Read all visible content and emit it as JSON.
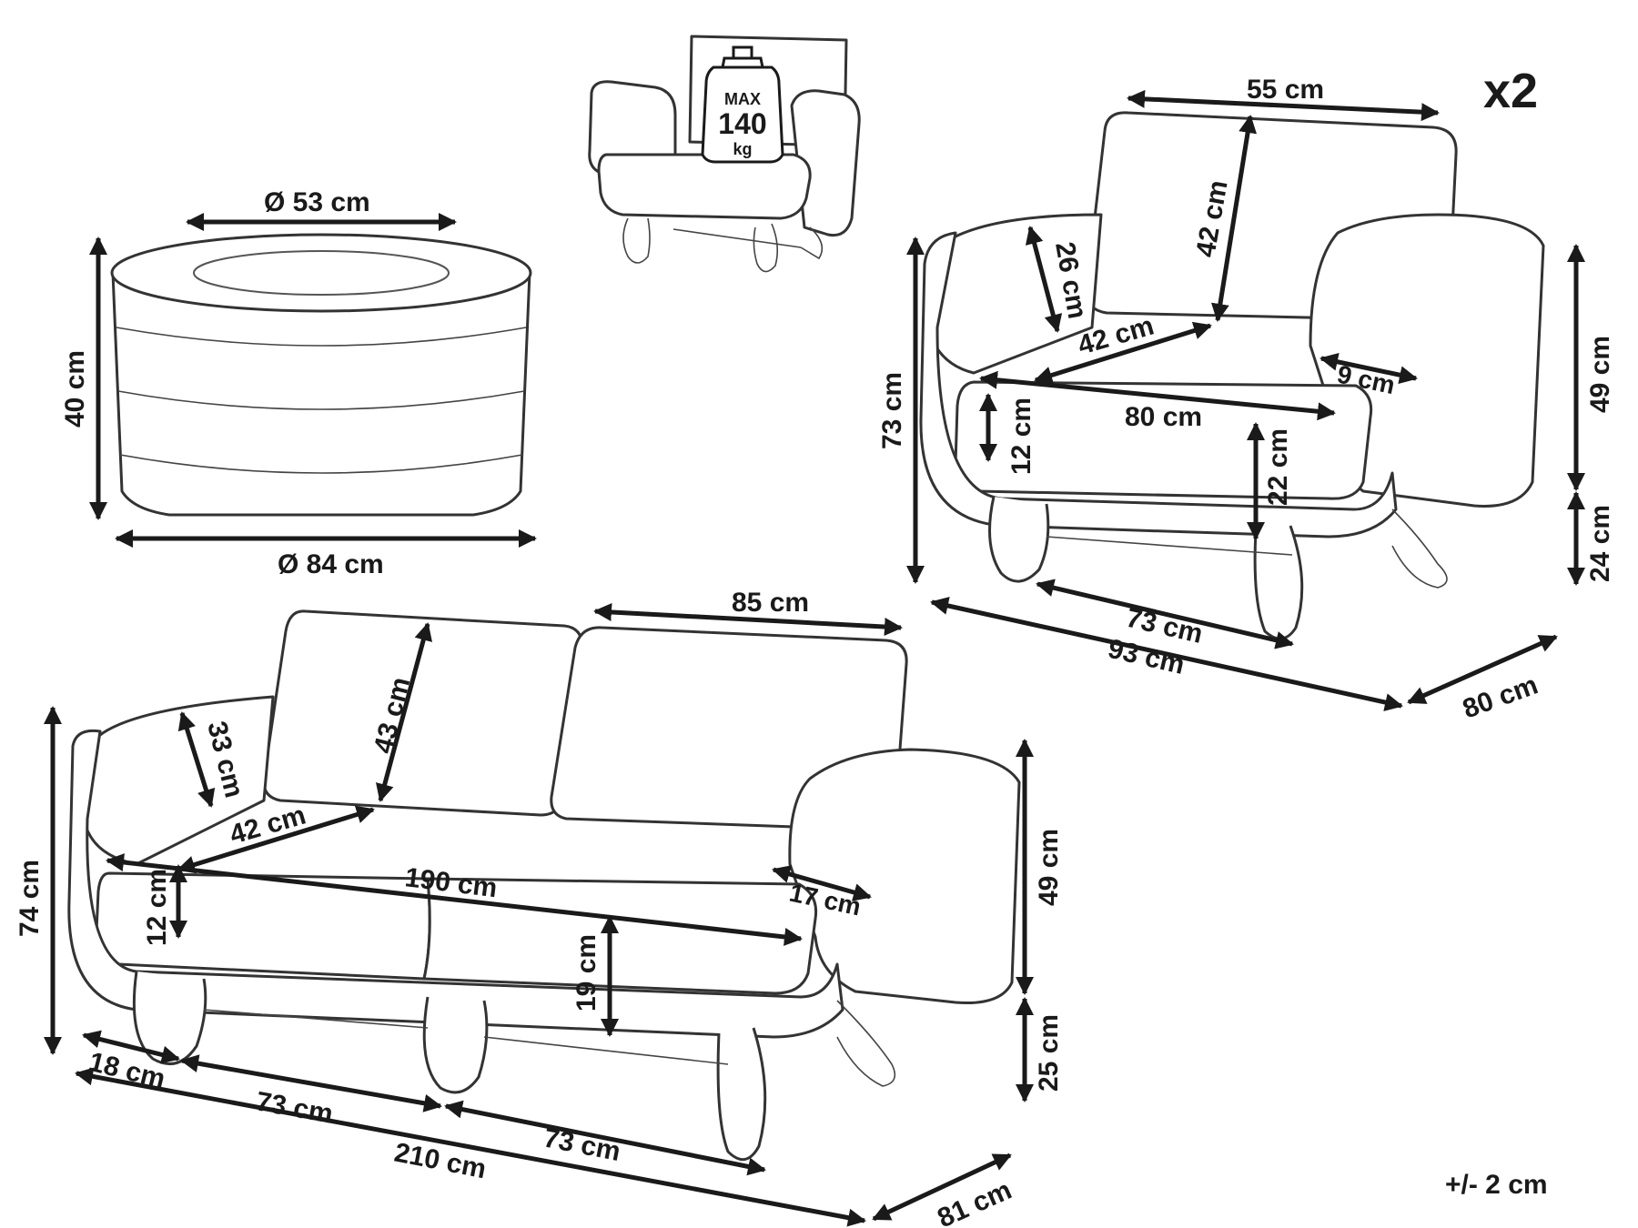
{
  "quantity": "x2",
  "tolerance": "+/- 2 cm",
  "weight_badge": {
    "max": "MAX",
    "value": "140",
    "unit": "kg"
  },
  "table": {
    "top_diameter": "Ø 53 cm",
    "height": "40 cm",
    "bottom_diameter": "Ø 84 cm"
  },
  "armchair": {
    "back_width": "55 cm",
    "back_height": "42 cm",
    "arm_height": "26 cm",
    "seat_depth": "42 cm",
    "arm_thickness": "9 cm",
    "seat_width": "80 cm",
    "seat_cushion": "12 cm",
    "total_height": "73 cm",
    "seat_height": "22 cm",
    "upper_side": "49 cm",
    "lower_side": "24 cm",
    "base_length": "73 cm",
    "total_width": "93 cm",
    "depth": "80 cm"
  },
  "sofa": {
    "back_width": "85 cm",
    "back_height": "43 cm",
    "arm_height": "33 cm",
    "seat_depth": "42 cm",
    "seat_width": "190 cm",
    "seat_cushion": "12 cm",
    "arm_thickness": "17 cm",
    "seat_height": "19 cm",
    "total_height": "74 cm",
    "upper_side": "49 cm",
    "lower_side": "25 cm",
    "leg_offset": "18 cm",
    "base_left": "73 cm",
    "base_right": "73 cm",
    "total_width": "210 cm",
    "depth": "81 cm"
  }
}
